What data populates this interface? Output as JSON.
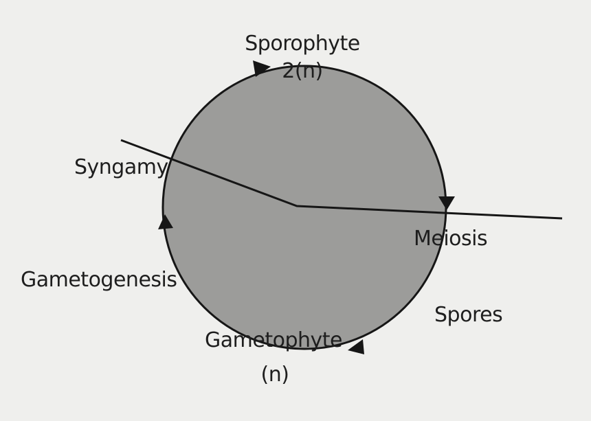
{
  "diagram": {
    "stages": {
      "sporophyte": {
        "name": "Sporophyte",
        "ploidy": "2(n)"
      },
      "meiosis": {
        "name": "Meiosis"
      },
      "spores": {
        "name": "Spores"
      },
      "gametophyte": {
        "name": "Gametophyte",
        "ploidy": "(n)"
      },
      "gametogenesis": {
        "name": "Gametogenesis"
      },
      "syngamy": {
        "name": "Syngamy"
      }
    },
    "colors": {
      "background": "#efefed",
      "circle_fill": "#9c9c9a",
      "stroke": "#161616",
      "text": "#1e1e1e"
    }
  }
}
